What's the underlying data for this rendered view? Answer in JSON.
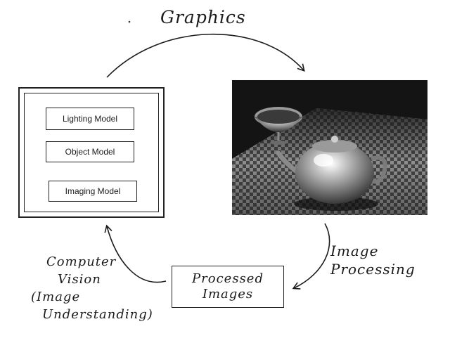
{
  "labels": {
    "graphics": "Graphics",
    "image_processing": [
      "Image",
      "Processing"
    ],
    "computer_vision": [
      "Computer",
      "Vision",
      "(Image",
      "Understanding)"
    ]
  },
  "model_panel": {
    "items": [
      "Lighting Model",
      "Object Model",
      "Imaging Model"
    ]
  },
  "processed_images": [
    "Processed",
    "Images"
  ],
  "colors": {
    "ink": "#1c1c1c",
    "render_bg": "#141414",
    "checker_light": "#c8c8c8",
    "checker_dark": "#5a5a5a"
  }
}
